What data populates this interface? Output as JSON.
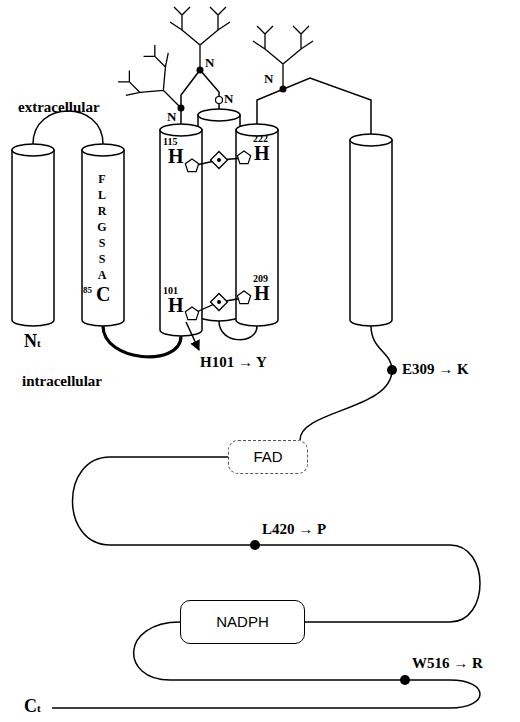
{
  "diagram": {
    "nodes": [
      {
        "text": [
          "FAD"
        ]
      },
      {
        "text": [
          "NADPH"
        ]
      }
    ],
    "edges": [
      {
        "from": 0,
        "to": 1,
        "arrow": "none"
      }
    ],
    "labels": [
      "N",
      "N",
      "N",
      "N",
      "extracellular",
      "115",
      "H",
      "222",
      "H",
      "FLRGSSA",
      "85",
      "C",
      "101",
      "H",
      "209",
      "H",
      "Nt",
      "H101 → Y",
      "intracellular",
      "E309 → K",
      "L420 → P",
      "W516 → R",
      "Ct"
    ]
  }
}
